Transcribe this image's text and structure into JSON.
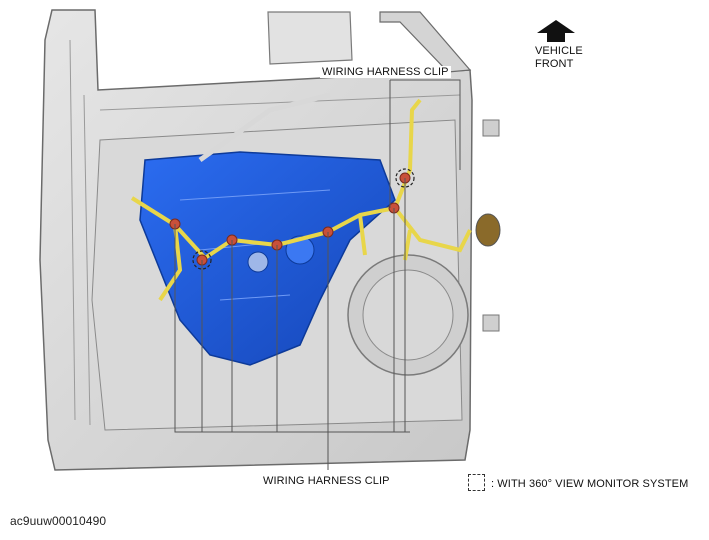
{
  "labels": {
    "top_callout": "WIRING HARNESS CLIP",
    "bottom_callout": "WIRING HARNESS CLIP",
    "direction_line1": "VEHICLE",
    "direction_line2": "FRONT",
    "legend_text": ": WITH 360° VIEW MONITOR SYSTEM",
    "figure_code": "ac9uuw00010490"
  },
  "icons": {
    "direction": "up-arrow-icon",
    "legend": "dashed-square-icon"
  },
  "colors": {
    "door_panel": "#dcdcdc",
    "door_outline": "#6b6b6b",
    "module_carrier": "#1e5bd6",
    "harness": "#e8d64a",
    "clip_marker": "#c8503a",
    "leader_line": "#555555"
  }
}
